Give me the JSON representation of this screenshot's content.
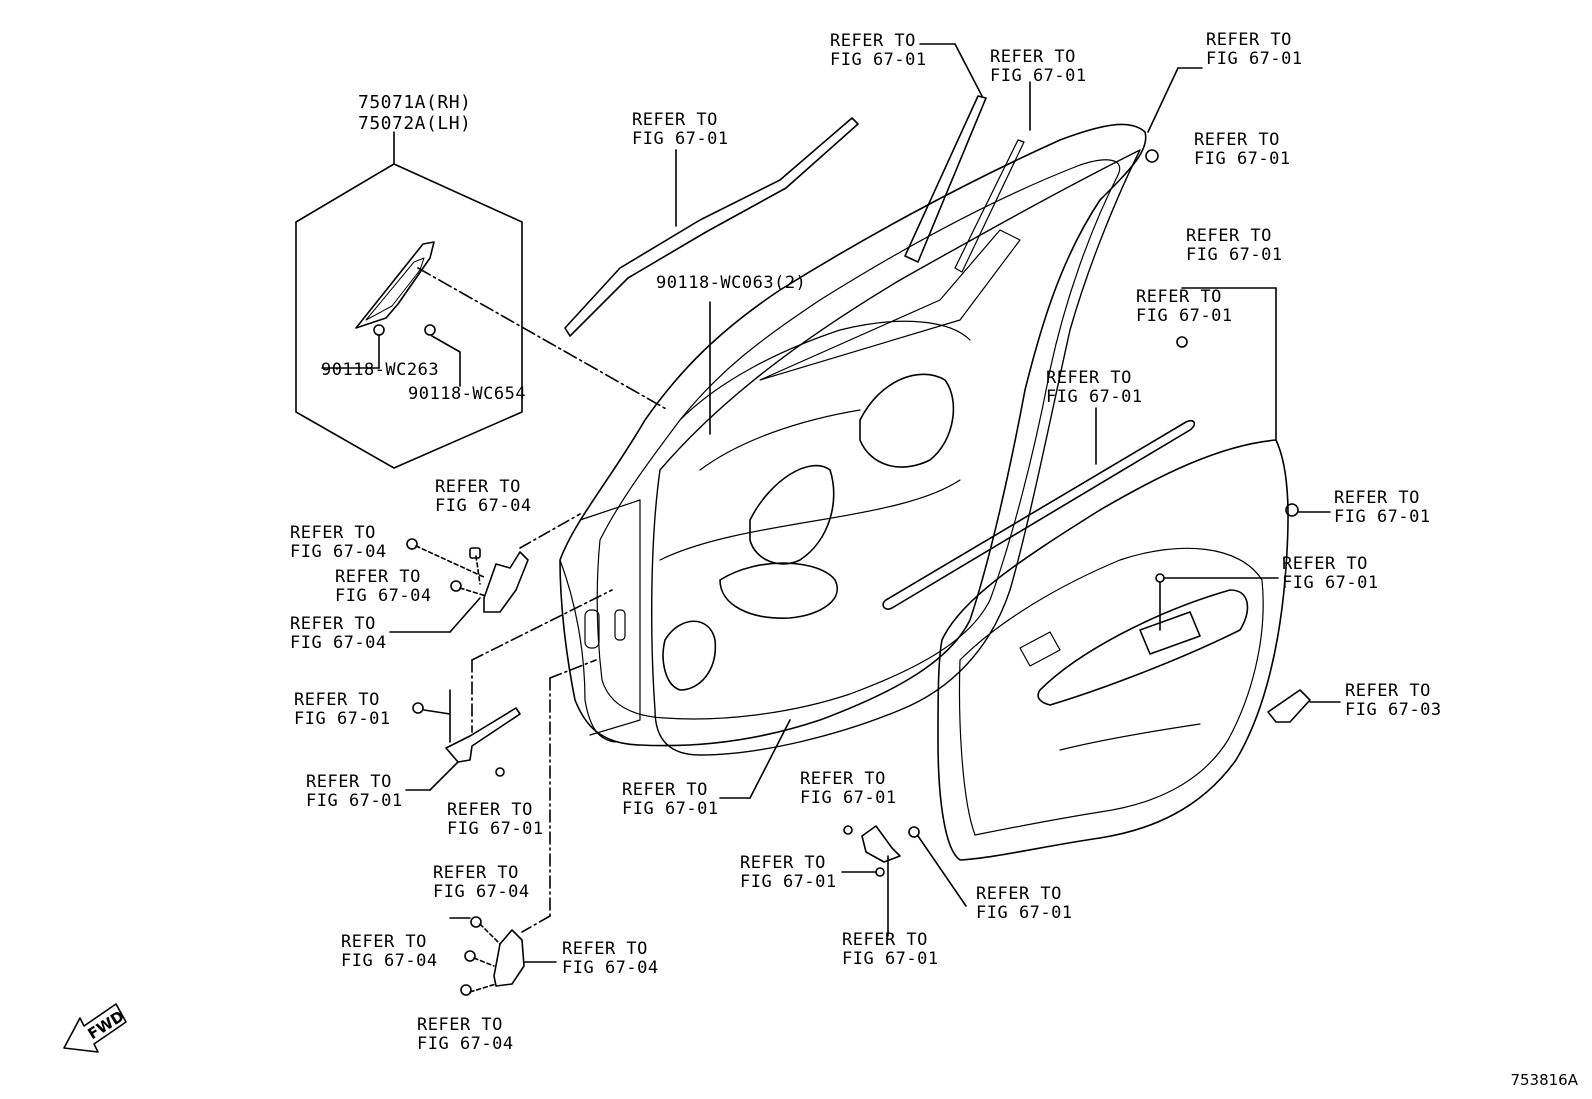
{
  "figure_id": "753816A",
  "fwd_label": "FWD",
  "part_codes": {
    "rh": "75071A(RH)",
    "lh": "75072A(LH)",
    "clip_a": "90118-WC263",
    "clip_b": "90118-WC654",
    "clip_c": "90118-WC063(2)"
  },
  "callouts": [
    {
      "l1": "REFER TO",
      "l2": "FIG 67-01"
    },
    {
      "l1": "REFER TO",
      "l2": "FIG 67-01"
    },
    {
      "l1": "REFER TO",
      "l2": "FIG 67-01"
    },
    {
      "l1": "REFER TO",
      "l2": "FIG 67-01"
    },
    {
      "l1": "REFER TO",
      "l2": "FIG 67-01"
    },
    {
      "l1": "REFER TO",
      "l2": "FIG 67-01"
    },
    {
      "l1": "REFER TO",
      "l2": "FIG 67-01"
    },
    {
      "l1": "REFER TO",
      "l2": "FIG 67-01"
    },
    {
      "l1": "REFER TO",
      "l2": "FIG 67-01"
    },
    {
      "l1": "REFER TO",
      "l2": "FIG 67-01"
    },
    {
      "l1": "REFER TO",
      "l2": "FIG 67-03"
    },
    {
      "l1": "REFER TO",
      "l2": "FIG 67-04"
    },
    {
      "l1": "REFER TO",
      "l2": "FIG 67-04"
    },
    {
      "l1": "REFER TO",
      "l2": "FIG 67-04"
    },
    {
      "l1": "REFER TO",
      "l2": "FIG 67-04"
    },
    {
      "l1": "REFER TO",
      "l2": "FIG 67-01"
    },
    {
      "l1": "REFER TO",
      "l2": "FIG 67-01"
    },
    {
      "l1": "REFER TO",
      "l2": "FIG 67-01"
    },
    {
      "l1": "REFER TO",
      "l2": "FIG 67-01"
    },
    {
      "l1": "REFER TO",
      "l2": "FIG 67-01"
    },
    {
      "l1": "REFER TO",
      "l2": "FIG 67-01"
    },
    {
      "l1": "REFER TO",
      "l2": "FIG 67-01"
    },
    {
      "l1": "REFER TO",
      "l2": "FIG 67-01"
    },
    {
      "l1": "REFER TO",
      "l2": "FIG 67-04"
    },
    {
      "l1": "REFER TO",
      "l2": "FIG 67-04"
    },
    {
      "l1": "REFER TO",
      "l2": "FIG 67-04"
    },
    {
      "l1": "REFER TO",
      "l2": "FIG 67-04"
    }
  ]
}
